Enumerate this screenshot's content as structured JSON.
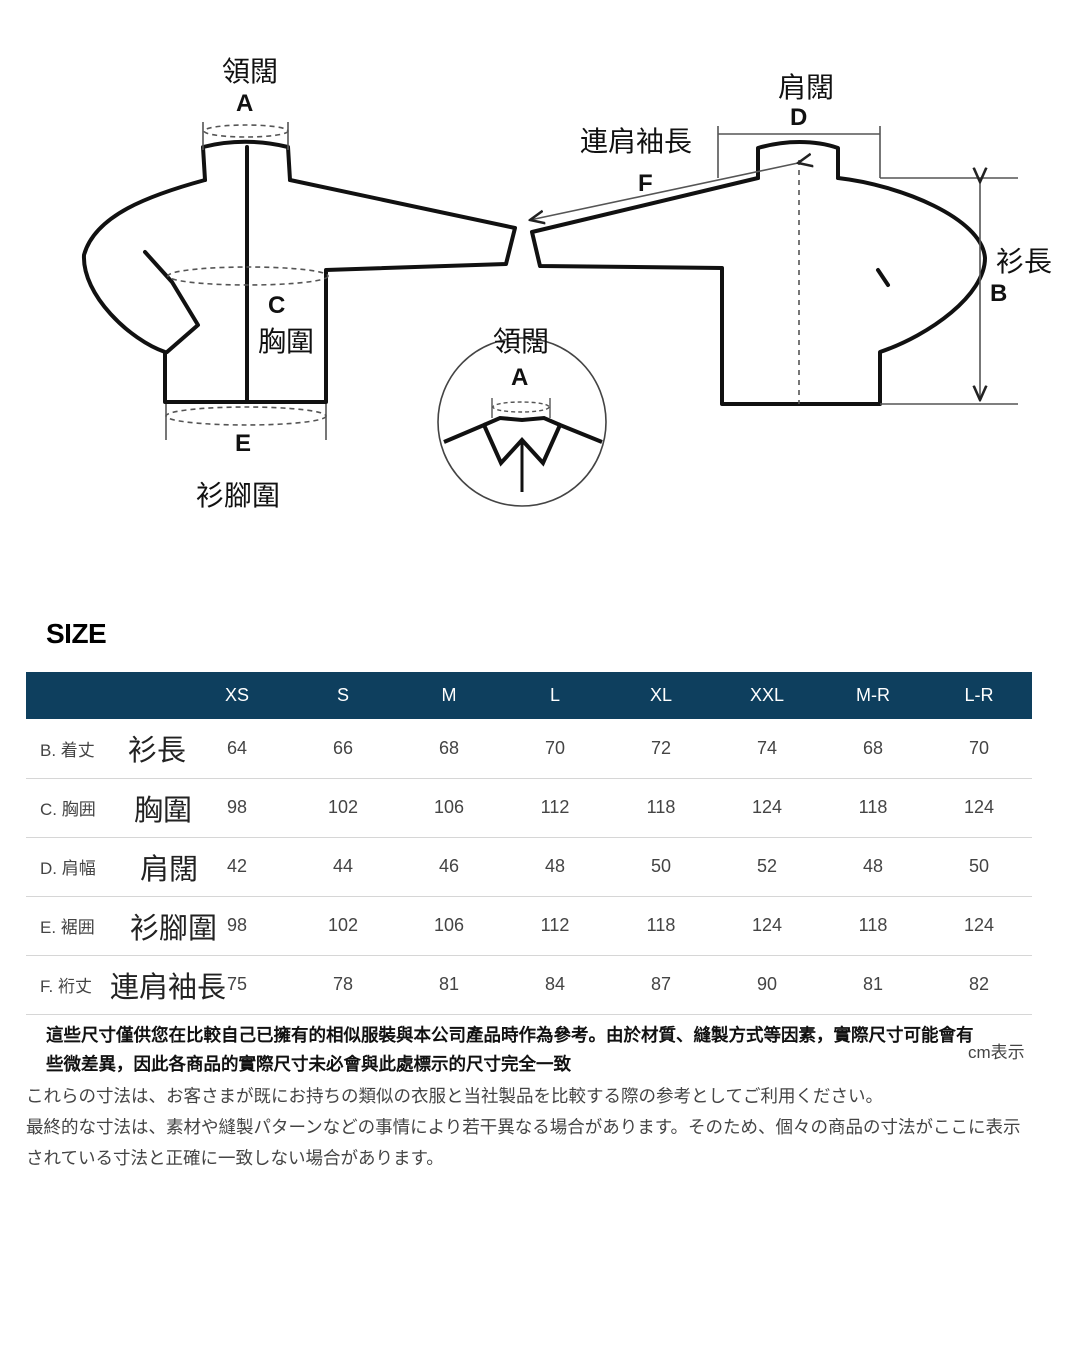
{
  "diagram": {
    "front_collar_label": "領闊",
    "front_collar_letter": "A",
    "chest_letter": "C",
    "chest_label": "胸圍",
    "hem_letter": "E",
    "hem_label": "衫腳圍",
    "inset_collar_label": "領闊",
    "inset_collar_letter": "A",
    "shoulder_label": "肩闊",
    "shoulder_letter": "D",
    "sleeve_label": "連肩袖長",
    "sleeve_letter": "F",
    "length_label": "衫長",
    "length_letter": "B"
  },
  "size_title": "SIZE",
  "table": {
    "columns": [
      "XS",
      "S",
      "M",
      "L",
      "XL",
      "XXL",
      "M-R",
      "L-R"
    ],
    "rows": [
      {
        "code": "B. 着丈",
        "zh": "衫長",
        "values": [
          "64",
          "66",
          "68",
          "70",
          "72",
          "74",
          "68",
          "70"
        ]
      },
      {
        "code": "C. 胸囲",
        "zh": "胸圍",
        "values": [
          "98",
          "102",
          "106",
          "112",
          "118",
          "124",
          "118",
          "124"
        ]
      },
      {
        "code": "D. 肩幅",
        "zh": "肩闊",
        "values": [
          "42",
          "44",
          "46",
          "48",
          "50",
          "52",
          "48",
          "50"
        ]
      },
      {
        "code": "E. 裾囲",
        "zh": "衫腳圍",
        "values": [
          "98",
          "102",
          "106",
          "112",
          "118",
          "124",
          "118",
          "124"
        ]
      },
      {
        "code": "F. 裄丈",
        "zh": "連肩袖長",
        "values": [
          "75",
          "78",
          "81",
          "84",
          "87",
          "90",
          "81",
          "82"
        ]
      }
    ]
  },
  "note_zh": "這些尺寸僅供您在比較自己已擁有的相似服裝與本公司產品時作為參考。由於材質、縫製方式等因素，實際尺寸可能會有些微差異，因此各商品的實際尺寸未必會與此處標示的尺寸完全一致",
  "unit": "cm表示",
  "note_ja_1": "これらの寸法は、お客さまが既にお持ちの類似の衣服と当社製品を比較する際の参考としてご利用ください。",
  "note_ja_2": "最終的な寸法は、素材や縫製パターンなどの事情により若干異なる場合があります。そのため、個々の商品の寸法がここに表示されている寸法と正確に一致しない場合があります。",
  "colors": {
    "header_bg": "#0e3f5e",
    "header_text": "#ffffff",
    "row_border": "#d6d6d6"
  }
}
